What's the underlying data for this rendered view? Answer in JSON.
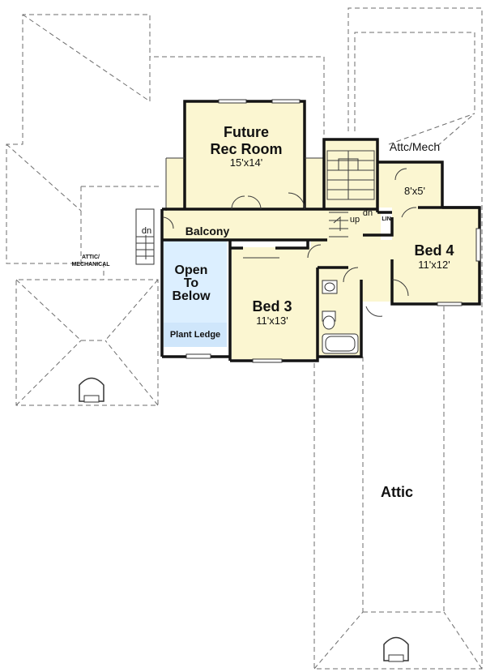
{
  "colors": {
    "room_fill": "#fbf6d1",
    "open_fill": "#dcefff",
    "ledge_fill": "#cfe6fb",
    "wall": "#141414",
    "dashed_line": "#6e6e6e"
  },
  "rooms": {
    "future_rec_room": {
      "name_line1": "Future",
      "name_line2": "Rec Room",
      "size": "15'x14'"
    },
    "bed_3": {
      "name": "Bed 3",
      "size": "11'x13'"
    },
    "bed_4": {
      "name": "Bed 4",
      "size": "11'x12'"
    },
    "attic_mech": {
      "name": "Attc/Mech",
      "size": "8'x5'"
    },
    "balcony": {
      "name": "Balcony"
    },
    "open_to_below": {
      "line1": "Open",
      "line2": "To",
      "line3": "Below"
    },
    "plant_ledge": {
      "name": "Plant Ledge"
    },
    "attic_mechanical": {
      "line1": "ATTIC/",
      "line2": "MECHANICAL"
    },
    "attic": {
      "name": "Attic"
    }
  },
  "stairs": {
    "up_label": "up",
    "down_label_center": "dn",
    "down_label_left": "dn"
  },
  "closets": {
    "linen": "LIN"
  }
}
